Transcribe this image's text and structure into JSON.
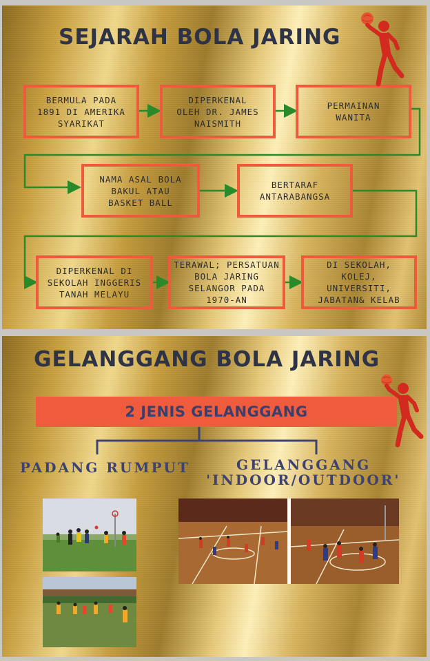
{
  "history": {
    "title": "SEJARAH BOLA JARING",
    "steps": [
      "BERMULA PADA\n1891 DI AMERIKA\nSYARIKAT",
      "DIPERKENAL\nOLEH DR. JAMES\nNAISMITH",
      "PERMAINAN\nWANITA",
      "NAMA ASAL BOLA\nBAKUL ATAU\nBASKET BALL",
      "BERTARAF\nANTARABANGSA",
      "DIPERKENAL DI\nSEKOLAH INGGERIS\nTANAH MELAYU",
      "TERAWAL; PERSATUAN\nBOLA JARING\nSELANGOR PADA\n1970-AN",
      "DI SEKOLAH,\nKOLEJ,\nUNIVERSITI,\nJABATAN& KELAB"
    ]
  },
  "court": {
    "title": "GELANGGANG BOLA JARING",
    "banner": "2 JENIS GELANGGANG",
    "left_label": "PADANG RUMPUT",
    "right_label_line1": "GELANGGANG",
    "right_label_line2": "'INDOOR/OUTDOOR'"
  },
  "colors": {
    "box_border": "#ee5a3c",
    "arrow": "#2a8a2a",
    "title": "#2e3345",
    "banner_bg": "#ef5b3d",
    "label": "#3e4270",
    "icon": "#d22a1f"
  },
  "icons": [
    "netball-player-icon",
    "netball-player-icon"
  ]
}
